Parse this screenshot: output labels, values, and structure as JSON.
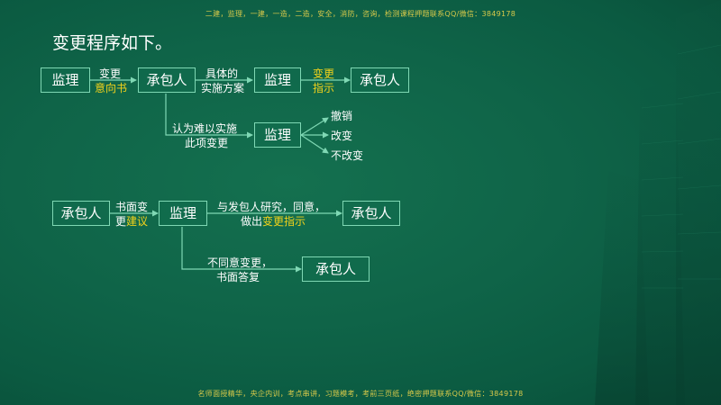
{
  "watermark": {
    "top": "二建，监理，一建，一造，二造，安全，消防，咨询，检测课程押题联系QQ/微信：3849178",
    "bottom": "名师面授精华，央企内训，考点串讲，习题模考，考前三页纸，绝密押题联系QQ/微信：3849178"
  },
  "title": "变更程序如下。",
  "flow1": {
    "node_supervisor": "监理",
    "label_change_1": "变更",
    "label_change_2": "意向书",
    "node_contractor": "承包人",
    "label_plan_1": "具体的",
    "label_plan_2": "实施方案",
    "node_supervisor_2": "监理",
    "label_instr_1": "变更",
    "label_instr_2": "指示",
    "node_contractor_2": "承包人",
    "label_hard_1": "认为难以实施",
    "label_hard_2": "此项变更",
    "node_supervisor_3": "监理",
    "option_revoke": "撤销",
    "option_change": "改变",
    "option_keep": "不改变"
  },
  "flow2": {
    "node_contractor": "承包人",
    "label_written_1": "书面变",
    "label_written_2a": "更",
    "label_written_2b": "建议",
    "node_supervisor": "监理",
    "label_agree_1": "与发包人研究，同意，",
    "label_agree_2a": "做出",
    "label_agree_2b": "变更指示",
    "node_contractor_2": "承包人",
    "label_disagree_1": "不同意变更，",
    "label_disagree_2": "书面答复",
    "node_contractor_3": "承包人"
  },
  "colors": {
    "background": "#0f6448",
    "node_border": "#7fd8b4",
    "highlight": "#f2d21b",
    "watermark": "#d8c94a"
  }
}
